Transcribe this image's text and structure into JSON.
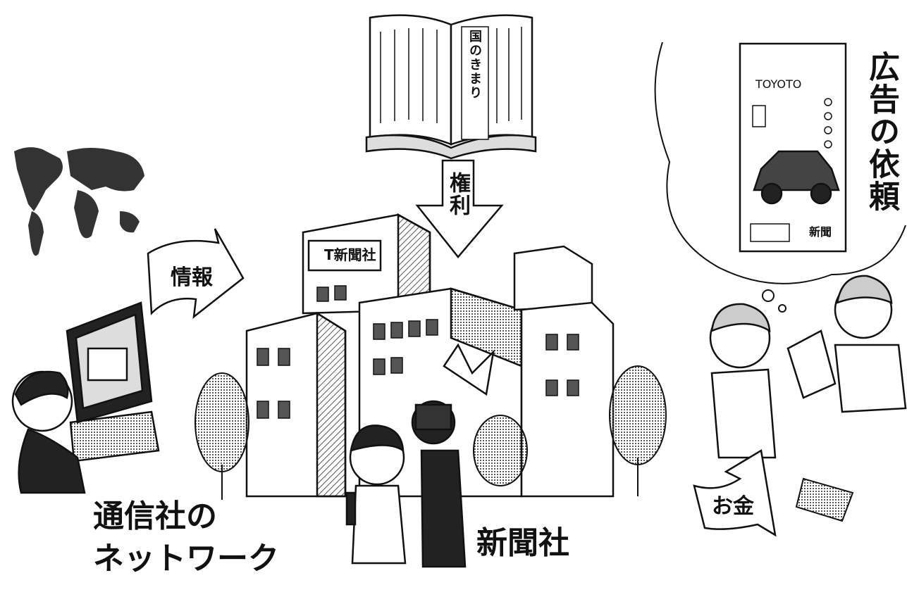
{
  "labels": {
    "info_arrow": "情報",
    "rights_arrow": "権利",
    "money_arrow": "お金",
    "news_agency_line1": "通信社の",
    "news_agency_line2": "ネットワーク",
    "newspaper_company": "新聞社",
    "ad_request": "広告の依頼",
    "building_sign": "T新聞社",
    "book_title": "国のきまり",
    "poster_brand": "TOYOTO",
    "poster_footer": "新聞"
  },
  "colors": {
    "ink": "#111111",
    "paper": "#ffffff",
    "shade": "#8a8a8a",
    "light_shade": "#c8c8c8"
  }
}
